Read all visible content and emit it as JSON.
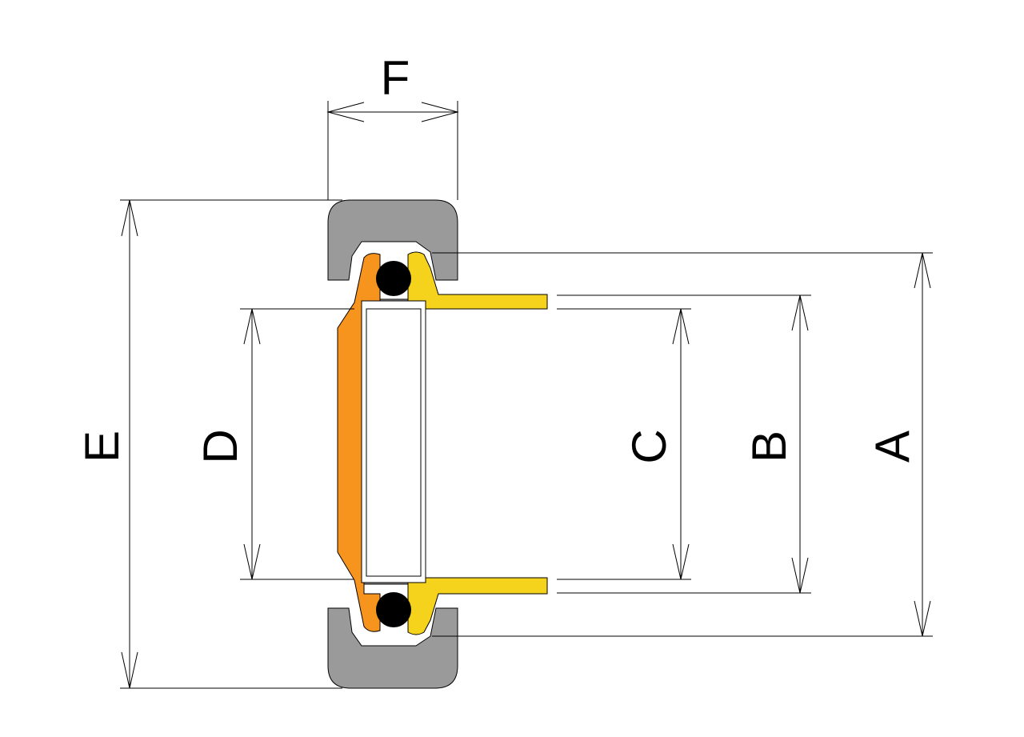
{
  "diagram": {
    "labels": {
      "A": "A",
      "B": "B",
      "C": "C",
      "D": "D",
      "E": "E",
      "F": "F"
    },
    "colors": {
      "housing": "#9a9a9a",
      "inner_flange": "#f7941d",
      "outer_sleeve": "#f5d31c",
      "o_ring": "#000000",
      "background": "#ffffff",
      "outline": "#000000"
    }
  }
}
